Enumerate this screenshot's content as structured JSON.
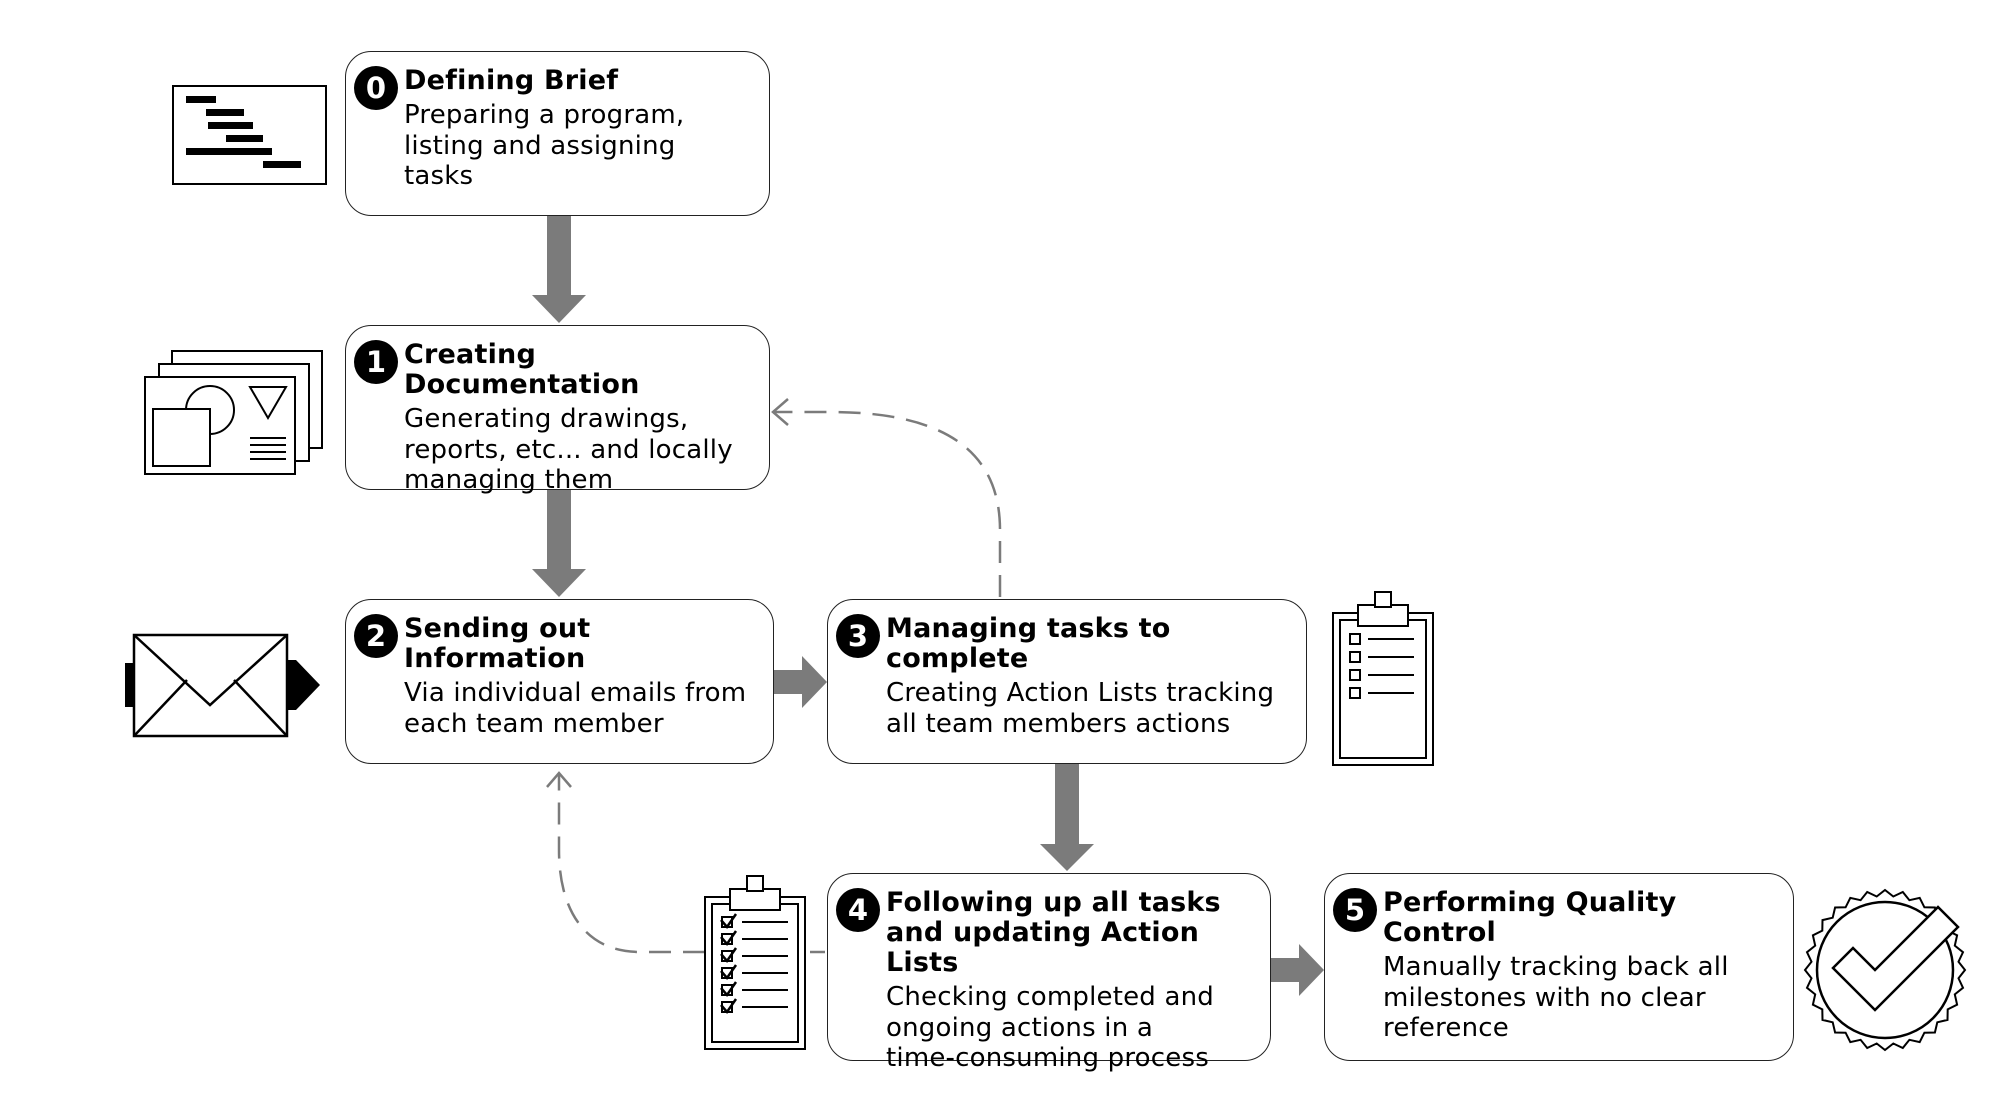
{
  "colors": {
    "arrow": "#7b7b7b",
    "box_border": "#222222",
    "badge": "#000000",
    "dashed": "#7b7b7b"
  },
  "steps": [
    {
      "number": "0",
      "title": "Defining Brief",
      "desc": [
        "Preparing a program,",
        "listing and assigning tasks"
      ],
      "icon": "gantt-chart-icon"
    },
    {
      "number": "1",
      "title": "Creating Documentation",
      "desc": [
        "Generating drawings,",
        "reports, etc... and locally",
        "managing them"
      ],
      "icon": "documents-stack-icon"
    },
    {
      "number": "2",
      "title": "Sending out Information",
      "desc": [
        "Via individual emails from",
        "each team member"
      ],
      "icon": "email-send-icon"
    },
    {
      "number": "3",
      "title": "Managing tasks to complete",
      "desc": [
        "Creating Action Lists tracking",
        "all team members actions"
      ],
      "icon": "clipboard-checklist-icon"
    },
    {
      "number": "4",
      "title": [
        "Following up all tasks",
        "and updating Action Lists"
      ],
      "desc": [
        "Checking completed and",
        "ongoing actions in a",
        "time-consuming process"
      ],
      "icon": "clipboard-checked-icon"
    },
    {
      "number": "5",
      "title": "Performing Quality Control",
      "desc": [
        "Manually tracking back all",
        "milestones with no clear",
        "reference"
      ],
      "icon": "quality-seal-icon"
    }
  ]
}
